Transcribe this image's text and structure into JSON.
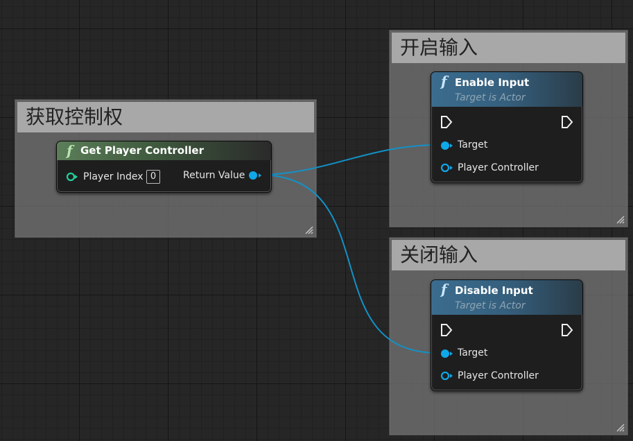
{
  "comments": {
    "get_controller": "获取控制权",
    "enable": "开启输入",
    "disable": "关闭输入"
  },
  "nodes": {
    "get_player_controller": {
      "title": "Get Player Controller",
      "input_label": "Player Index",
      "input_value": "0",
      "output_label": "Return Value"
    },
    "enable_input": {
      "title": "Enable Input",
      "subtitle": "Target is Actor",
      "pin_target": "Target",
      "pin_controller": "Player Controller"
    },
    "disable_input": {
      "title": "Disable Input",
      "subtitle": "Target is Actor",
      "pin_target": "Target",
      "pin_controller": "Player Controller"
    }
  },
  "icons": {
    "function": "f",
    "exec": "exec-pin-icon",
    "object_pin": "object-pin-icon",
    "int_pin": "int-pin-icon"
  },
  "colors": {
    "object_pin": "#0fa8e8",
    "int_pin": "#1fd39a",
    "wire": "#1292c8"
  }
}
